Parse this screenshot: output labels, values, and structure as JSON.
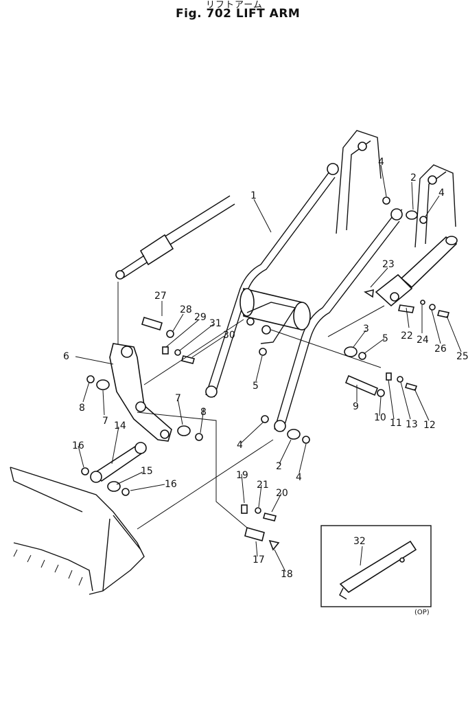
{
  "header": {
    "subtitle_jp": "リフトアーム",
    "title": "Fig. 702  LIFT  ARM"
  },
  "inset": {
    "note": "(OP)"
  },
  "callouts": [
    "1",
    "2",
    "2",
    "3",
    "4",
    "4",
    "4",
    "4",
    "5",
    "5",
    "6",
    "7",
    "7",
    "8",
    "8",
    "9",
    "10",
    "11",
    "12",
    "13",
    "14",
    "15",
    "16",
    "16",
    "17",
    "18",
    "19",
    "20",
    "21",
    "22",
    "23",
    "24",
    "25",
    "26",
    "27",
    "28",
    "29",
    "30",
    "31",
    "32"
  ]
}
